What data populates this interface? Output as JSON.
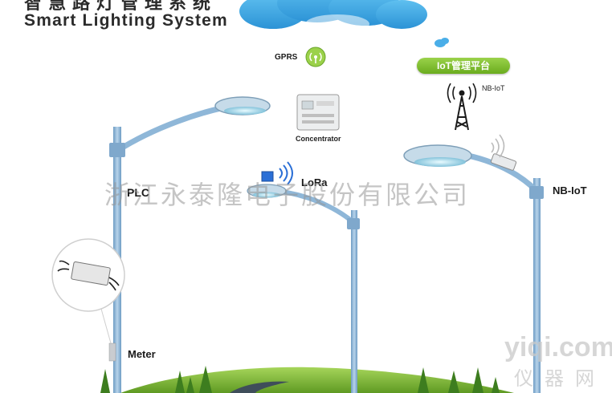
{
  "title": {
    "chinese": "智慧路灯管理系统",
    "english": "Smart Lighting System"
  },
  "labels": {
    "gprs": "GPRS",
    "iot_platform": "IoT管理平台",
    "nb_iot_tower": "NB-IoT",
    "concentrator": "Concentrator",
    "plc": "PLC",
    "lora": "LoRa",
    "nb_iot_lamp": "NB-IoT",
    "meter": "Meter"
  },
  "watermark": {
    "company": "浙江永泰隆电子股份有限公司",
    "site": "yiqi.com",
    "site_cn": "仪器网"
  },
  "colors": {
    "sky_blue": "#3aa9e3",
    "pole": "#8fb7d8",
    "grass": "#7cb833",
    "badge_green": "#7dbf2f"
  }
}
